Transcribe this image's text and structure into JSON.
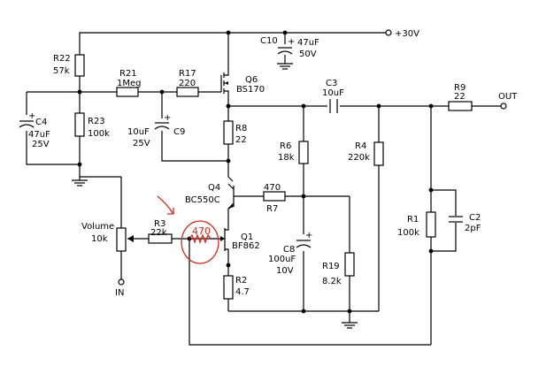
{
  "supply": {
    "label": "+30V"
  },
  "output": {
    "label": "OUT"
  },
  "input": {
    "label": "IN"
  },
  "volume": {
    "label": "Volume",
    "value": "10k"
  },
  "annotation": {
    "value": "470",
    "color": "#d4281f"
  },
  "components": {
    "r22": {
      "name": "R22",
      "value": "57k"
    },
    "r21": {
      "name": "R21",
      "value": "1Meg"
    },
    "r17": {
      "name": "R17",
      "value": "220"
    },
    "r23": {
      "name": "R23",
      "value": "100k"
    },
    "c4": {
      "name": "C4",
      "value": "47uF",
      "voltage": "25V"
    },
    "c9": {
      "name": "C9",
      "value": "10uF",
      "voltage": "25V"
    },
    "c10": {
      "name": "C10",
      "value": "47uF",
      "voltage": "50V"
    },
    "q6": {
      "name": "Q6",
      "part": "BS170"
    },
    "r8": {
      "name": "R8",
      "value": "22"
    },
    "c3": {
      "name": "C3",
      "value": "10uF"
    },
    "r9": {
      "name": "R9",
      "value": "22"
    },
    "r6": {
      "name": "R6",
      "value": "18k"
    },
    "r4": {
      "name": "R4",
      "value": "220k"
    },
    "q4": {
      "name": "Q4",
      "part": "BC550C"
    },
    "r7": {
      "name": "R7",
      "value": "470"
    },
    "r3": {
      "name": "R3",
      "value": "22k"
    },
    "q1": {
      "name": "Q1",
      "part": "BF862"
    },
    "r2": {
      "name": "R2",
      "value": "4.7"
    },
    "c8": {
      "name": "C8",
      "value": "100uF",
      "voltage": "10V"
    },
    "r19": {
      "name": "R19",
      "value": "8.2k"
    },
    "r1": {
      "name": "R1",
      "value": "100k"
    },
    "c2": {
      "name": "C2",
      "value": "2pF"
    }
  }
}
